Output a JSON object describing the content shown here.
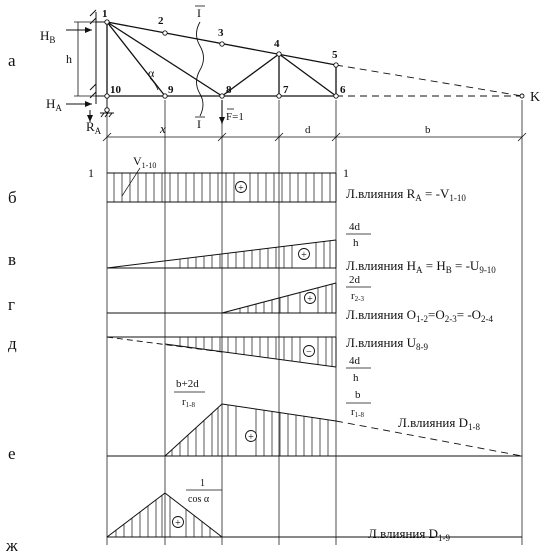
{
  "rows": {
    "a": "а",
    "b": "б",
    "v": "в",
    "g": "г",
    "d": "д",
    "e": "е",
    "zh": "ж"
  },
  "truss": {
    "top_nodes": [
      "1",
      "2",
      "3",
      "4",
      "5"
    ],
    "bottom_nodes": [
      "10",
      "9",
      "8",
      "7",
      "6"
    ],
    "point_k": "K",
    "h_top": "H",
    "h_top_sub": "B",
    "h_bottom": "H",
    "h_bottom_sub": "A",
    "r_a": "R",
    "r_a_sub": "A",
    "height": "h",
    "angle": "α",
    "section": "I",
    "force": "F=1",
    "dim_x": "x",
    "dim_d": "d",
    "dim_b": "b"
  },
  "lines": {
    "b": {
      "left_value": "1",
      "right_value": "1",
      "member": "V",
      "member_sub": "1-10",
      "sign": "+",
      "caption": "Л.влияния",
      "formula_a": "R",
      "formula_a_sub": "A",
      "formula_b": " = -V",
      "formula_b_sub": "1-10"
    },
    "v": {
      "num": "4d",
      "den": "h",
      "sign": "+",
      "caption": "Л.влияния",
      "formula": [
        {
          "t": "H",
          "sub": "A"
        },
        {
          "t": " = H",
          "sub": "B"
        },
        {
          "t": " = -U",
          "sub": "9-10"
        }
      ]
    },
    "g": {
      "num": "2d",
      "den": "r",
      "den_sub": "2-3",
      "sign": "+",
      "caption": "Л.влияния",
      "formula": [
        {
          "t": "O",
          "sub": "1-2"
        },
        {
          "t": "=O",
          "sub": "2-3"
        },
        {
          "t": "= -O",
          "sub": "2-4"
        }
      ]
    },
    "d": {
      "sign": "−",
      "caption": "Л.влияния",
      "member": "U",
      "member_sub": "8-9",
      "num": "4d",
      "den": "h"
    },
    "e": {
      "left_num": "b+2d",
      "left_den": "r",
      "left_den_sub": "1-8",
      "right_num": "b",
      "right_den": "r",
      "right_den_sub": "1-8",
      "sign": "+",
      "caption": "Л.влияния",
      "member": "D",
      "member_sub": "1-8"
    },
    "zh": {
      "num": "1",
      "den": "cos α",
      "sign": "+",
      "caption": "Л.влияния",
      "member": "D",
      "member_sub": "1-9"
    }
  }
}
